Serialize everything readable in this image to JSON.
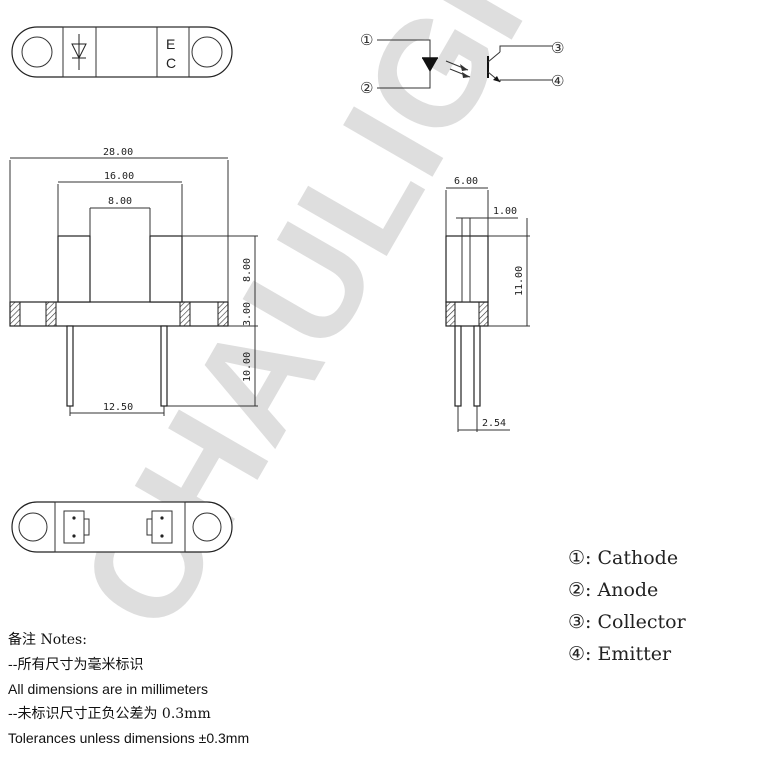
{
  "watermark": "CHAULIGHT",
  "top_view": {
    "emitter_mark": "E",
    "collector_mark": "C"
  },
  "schematic": {
    "pins": [
      "①",
      "②",
      "③",
      "④"
    ]
  },
  "dimensions": {
    "overall_width": "28.00",
    "gap_outer": "16.00",
    "slot_width": "8.00",
    "tower_height": "8.00",
    "base_height": "3.00",
    "lead_length": "10.00",
    "lead_spacing": "12.50",
    "side_width": "6.00",
    "side_pin_width": "1.00",
    "side_height": "11.00",
    "side_pin_pitch": "2.54"
  },
  "pin_legend": [
    {
      "symbol": "①",
      "label": ": Cathode"
    },
    {
      "symbol": "②",
      "label": ": Anode"
    },
    {
      "symbol": "③",
      "label": ": Collector"
    },
    {
      "symbol": "④",
      "label": ": Emitter"
    }
  ],
  "notes": {
    "heading": "备注 Notes:",
    "line1": "--所有尺寸为毫米标识",
    "line2": "All dimensions are in millimeters",
    "line3": "--未标识尺寸正负公差为 0.3mm",
    "line4": "Tolerances unless dimensions ±0.3mm"
  }
}
